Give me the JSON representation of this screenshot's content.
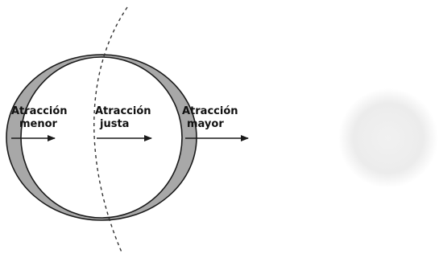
{
  "labels": {
    "near": {
      "line1": "Atracción",
      "line2": "menor"
    },
    "center": {
      "line1": "Atracción",
      "line2": "justa"
    },
    "far": {
      "line1": "Atracción",
      "line2": "mayor"
    }
  },
  "colors": {
    "stroke": "#1a1a1a",
    "bulge": "#a8a8a8",
    "moon": "#ebebeb",
    "dashed": "#333333"
  },
  "icons": [
    "arrow-right-icon"
  ]
}
